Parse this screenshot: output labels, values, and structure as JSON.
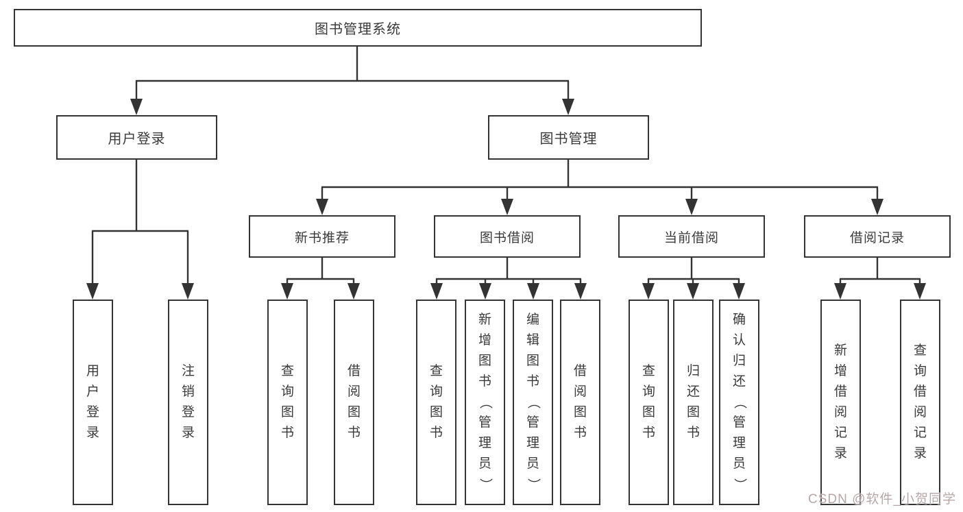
{
  "diagram_title": "图书管理系统",
  "nodes": {
    "root": {
      "label": "图书管理系统"
    },
    "user_login": {
      "label": "用户登录"
    },
    "book_management": {
      "label": "图书管理"
    },
    "new_book_recommend": {
      "label": "新书推荐"
    },
    "book_borrowing": {
      "label": "图书借阅"
    },
    "current_borrowing": {
      "label": "当前借阅"
    },
    "borrow_records": {
      "label": "借阅记录"
    },
    "login_leaf": {
      "label": "用户登录"
    },
    "logout_leaf": {
      "label": "注销登录"
    },
    "recommend_query": {
      "label": "查询图书"
    },
    "recommend_borrow": {
      "label": "借阅图书"
    },
    "borrowing_query": {
      "label": "查询图书"
    },
    "borrowing_add": {
      "label": "新增图书（管理员）"
    },
    "borrowing_edit": {
      "label": "编辑图书（管理员）"
    },
    "borrowing_borrow": {
      "label": "借阅图书"
    },
    "current_query": {
      "label": "查询图书"
    },
    "current_return": {
      "label": "归还图书"
    },
    "current_confirm": {
      "label": "确认归还（管理员）"
    },
    "records_add": {
      "label": "新增借阅记录"
    },
    "records_query": {
      "label": "查询借阅记录"
    }
  },
  "watermark": "CSDN @软件_小贺同学",
  "colors": {
    "line": "#333333",
    "text": "#3a3a3a",
    "background": "#ffffff",
    "watermark": "#b9a6a6"
  }
}
